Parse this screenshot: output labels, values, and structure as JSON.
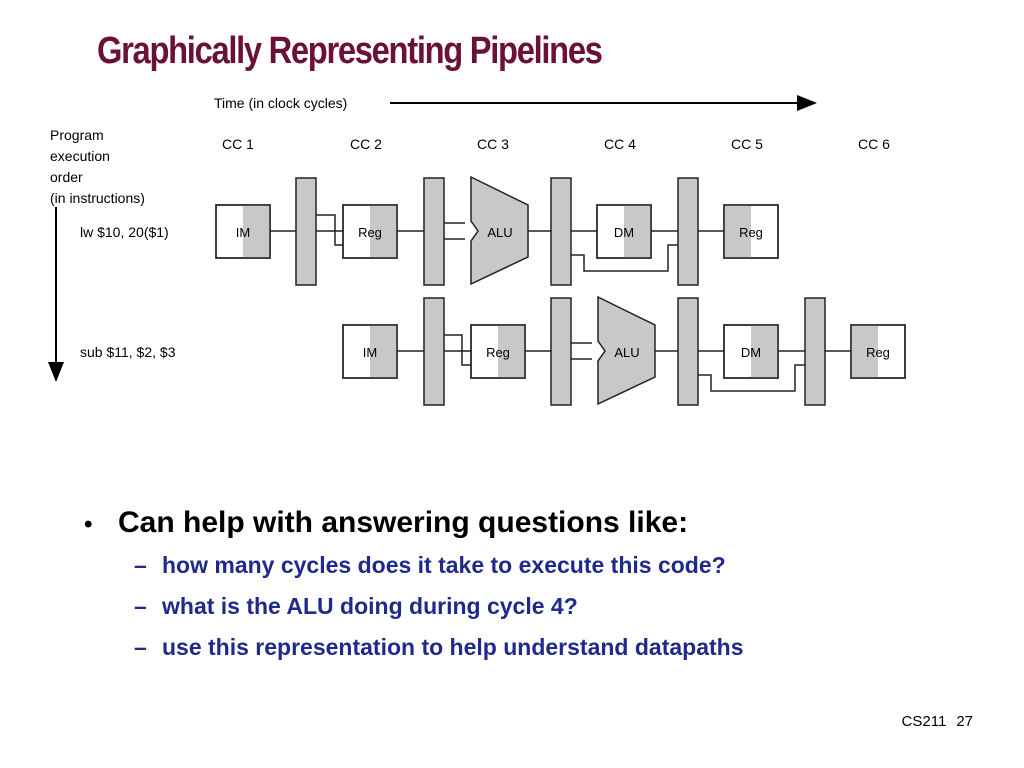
{
  "slide": {
    "title": "Graphically Representing Pipelines",
    "footer_course": "CS211",
    "footer_page": "27"
  },
  "diagram": {
    "time_axis_label": "Time (in clock cycles)",
    "order_axis_label": [
      "Program",
      "execution",
      "order",
      "(in instructions)"
    ],
    "clock_cycles": [
      "CC 1",
      "CC 2",
      "CC 3",
      "CC 4",
      "CC 5",
      "CC 6"
    ],
    "instructions": [
      {
        "label": "lw $10, 20($1)",
        "stages": [
          "IM",
          "Reg",
          "ALU",
          "DM",
          "Reg"
        ]
      },
      {
        "label": "sub $11, $2, $3",
        "stages": [
          "IM",
          "Reg",
          "ALU",
          "DM",
          "Reg"
        ]
      }
    ],
    "colors": {
      "register_fill": "#c8c8c8",
      "stage_stroke": "#222222",
      "title": "#6b1037",
      "sub_bullet": "#1f2a8c"
    }
  },
  "bullets": {
    "main": "Can help with answering questions like:",
    "subs": [
      "how many cycles does it take to execute this code?",
      "what is the ALU doing during cycle 4?",
      "use this representation to help understand datapaths"
    ]
  }
}
